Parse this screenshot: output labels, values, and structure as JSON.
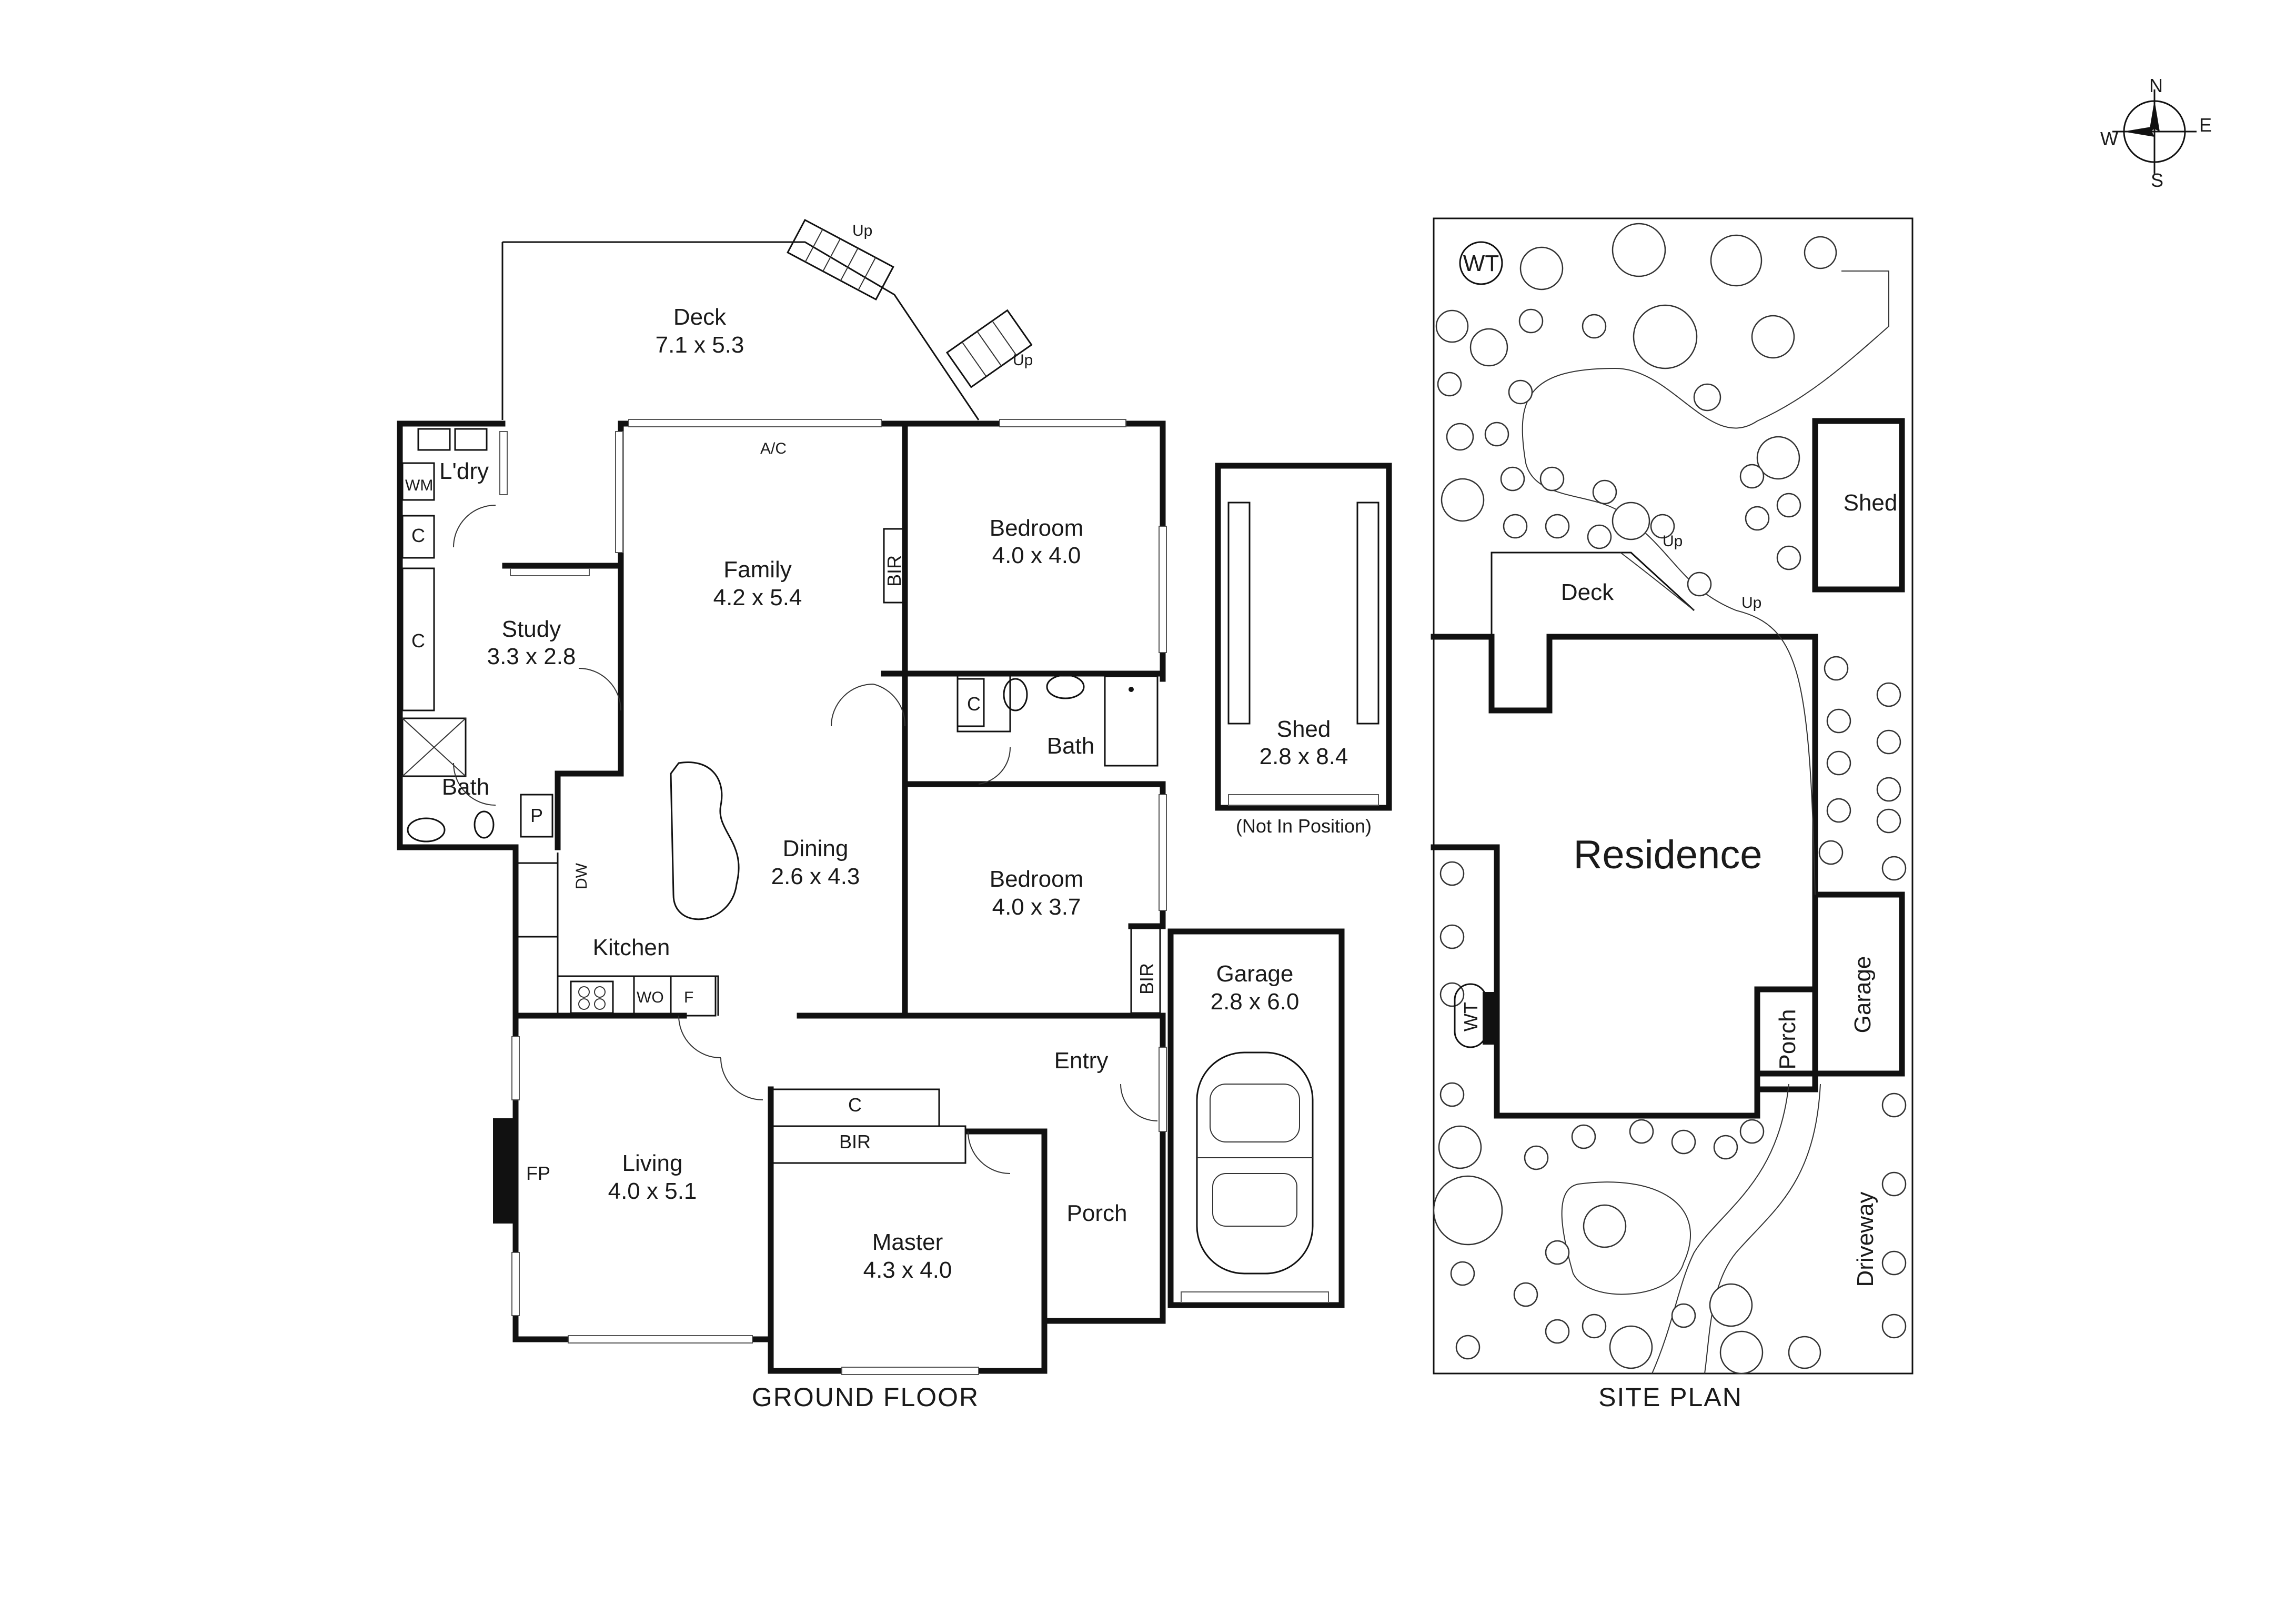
{
  "compass": {
    "n": "N",
    "e": "E",
    "s": "S",
    "w": "W"
  },
  "ground_floor": {
    "caption": "GROUND FLOOR",
    "rooms": {
      "deck": {
        "name": "Deck",
        "size": "7.1 x 5.3"
      },
      "family": {
        "name": "Family",
        "size": "4.2 x 5.4"
      },
      "bedroom1": {
        "name": "Bedroom",
        "size": "4.0 x 4.0"
      },
      "study": {
        "name": "Study",
        "size": "3.3 x 2.8"
      },
      "dining": {
        "name": "Dining",
        "size": "2.6 x 4.3"
      },
      "bedroom2": {
        "name": "Bedroom",
        "size": "4.0 x 3.7"
      },
      "garage": {
        "name": "Garage",
        "size": "2.8 x 6.0"
      },
      "living": {
        "name": "Living",
        "size": "4.0 x 5.1"
      },
      "master": {
        "name": "Master",
        "size": "4.3 x 4.0"
      },
      "shed": {
        "name": "Shed",
        "size": "2.8 x 8.4",
        "note": "(Not In Position)"
      }
    },
    "labels": {
      "laundry": "L'dry",
      "wm": "WM",
      "c": "C",
      "bath": "Bath",
      "pantry": "P",
      "dw": "DW",
      "kitchen": "Kitchen",
      "wo": "WO",
      "f": "F",
      "bir": "BIR",
      "ac": "A/C",
      "up": "Up",
      "entry": "Entry",
      "porch": "Porch",
      "fp": "FP"
    }
  },
  "site_plan": {
    "caption": "SITE PLAN",
    "residence": "Residence",
    "shed": "Shed",
    "deck": "Deck",
    "garage": "Garage",
    "porch": "Porch",
    "driveway": "Driveway",
    "wt": "WT",
    "up": "Up"
  },
  "colors": {
    "line": "#111111",
    "background": "#ffffff"
  }
}
